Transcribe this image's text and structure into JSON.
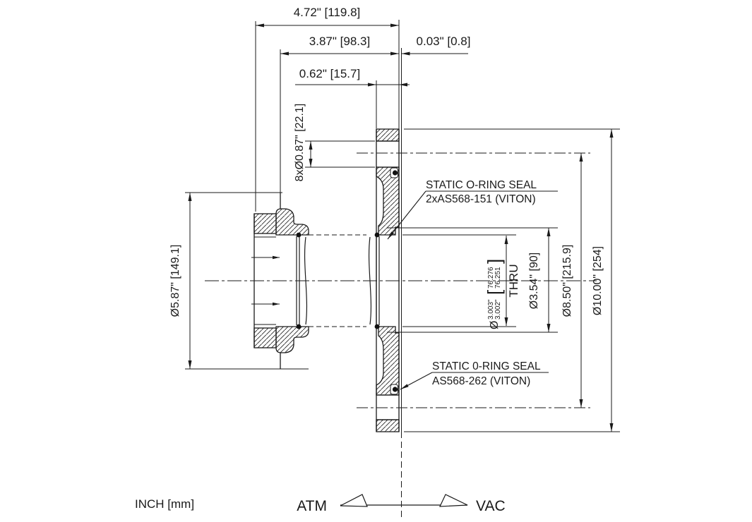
{
  "units_label": "INCH [mm]",
  "annotations": {
    "atm": "ATM",
    "vac": "VAC",
    "thru": "THRU",
    "seal_top": {
      "line1": "STATIC O-RING SEAL",
      "line2": "2xAS568-151 (VITON)"
    },
    "seal_bottom": {
      "line1": "STATIC 0-RING SEAL",
      "line2": "AS568-262 (VITON)"
    }
  },
  "dimensions": {
    "overall_length": "4.72\" [119.8]",
    "hub_length": "3.87\" [98.3]",
    "face_offset": "0.03\" [0.8]",
    "flange_thickness": "0.62\" [15.7]",
    "bolt_holes": "8xØ0.87\" [22.1]",
    "body_od": "Ø5.87\" [149.1]",
    "bore_dia": {
      "prefix": "Ø",
      "inch_upper": "3.003\"",
      "inch_lower": "3.002\"",
      "bracket_open": "[",
      "mm_upper": "76.276",
      "mm_lower": "76.251",
      "bracket_close": "]"
    },
    "counterbore": "Ø3.54\" [90]",
    "bolt_circle": "Ø8.50\" [215.9]",
    "flange_od": "Ø10.00\" [254]"
  },
  "colors": {
    "line": "#1a1a1a",
    "background": "#ffffff"
  }
}
